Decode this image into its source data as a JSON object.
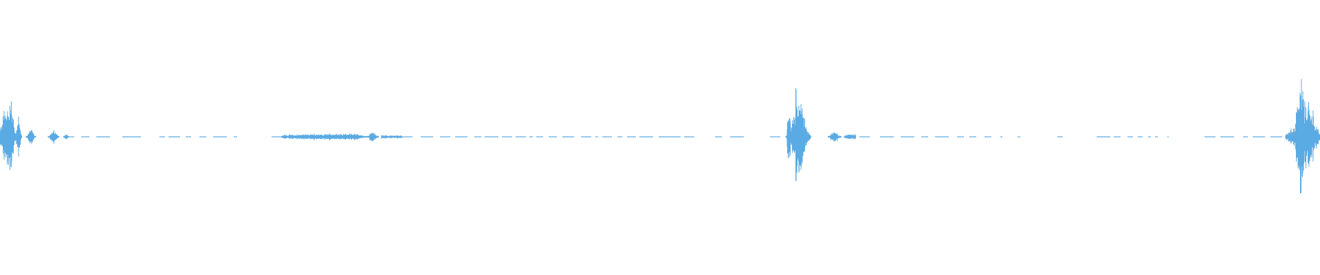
{
  "waveform": {
    "color": "#5aaae3",
    "background": "#ffffff",
    "bursts": [
      {
        "name": "burst-1",
        "amplitude": 0.47,
        "decay": "fast-left"
      },
      {
        "name": "burst-2",
        "amplitude": 0.04,
        "decay": "flat"
      },
      {
        "name": "burst-3",
        "amplitude": 0.57,
        "decay": "fast-left"
      },
      {
        "name": "burst-4",
        "amplitude": 0.79,
        "decay": "fast-right"
      }
    ]
  }
}
